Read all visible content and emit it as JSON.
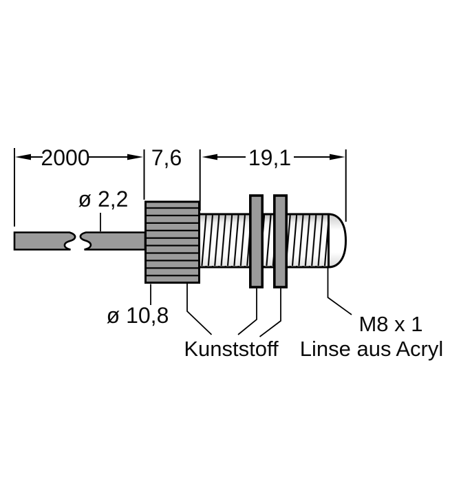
{
  "drawing": {
    "description": "Technical dimension drawing of an M8 barrel sensor with pigtail cable",
    "background": "#ffffff",
    "colors": {
      "line": "#000000",
      "part_gray": "#9b9b9b",
      "thread_light": "#f7f7f7"
    },
    "dimensions": {
      "cable_length": "2000",
      "body_length": "7,6",
      "barrel_length": "19,1",
      "cable_diameter": "ø 2,2",
      "body_diameter": "ø 10,8"
    },
    "callouts": {
      "housing_material": "Kunststoff",
      "thread_spec": "M8 x 1",
      "lens_material": "Linse aus Acryl"
    }
  }
}
